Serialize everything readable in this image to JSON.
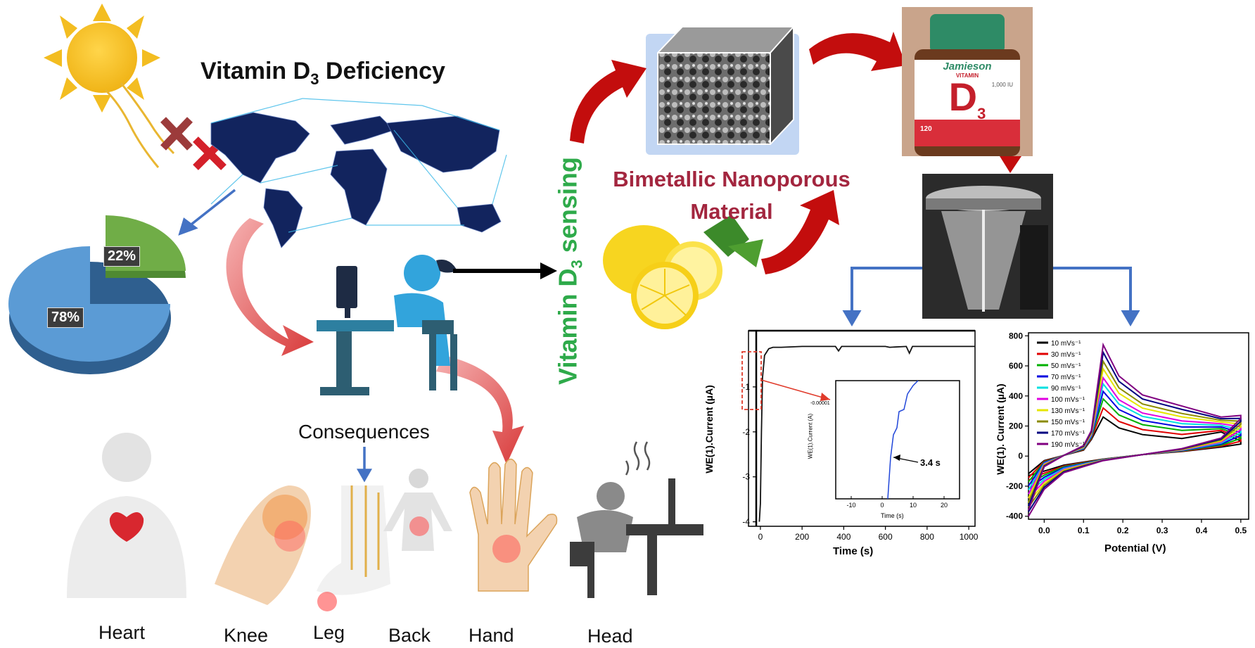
{
  "title": {
    "main": "Vitamin D",
    "sub": "3",
    "rest": " Deficiency"
  },
  "pie": {
    "slices": [
      {
        "label": "78%",
        "value": 78,
        "color": "#5b9bd5"
      },
      {
        "label": "22%",
        "value": 22,
        "color": "#70ad47"
      }
    ]
  },
  "consequences_label": "Consequences",
  "body_parts": [
    "Heart",
    "Knee",
    "Leg",
    "Back",
    "Hand",
    "Head"
  ],
  "sensing": {
    "main": "Vitamin D",
    "sub": "3",
    "rest": " sensing",
    "color": "#2eaa4a"
  },
  "material": {
    "line1": "Bimetallic Nanoporous",
    "line2": "Material"
  },
  "bottle": {
    "brand": "Jamieson",
    "vit": "VITAMIN",
    "big": "D",
    "sub": "3",
    "dose": "1,000 IU",
    "count": "120"
  },
  "chart_data": [
    {
      "type": "line",
      "xlabel": "Time (s)",
      "ylabel": "WE(1).Current (µA)",
      "x_ticks": [
        0,
        200,
        400,
        600,
        800,
        1000
      ],
      "y_ticks": [
        -1,
        -2,
        -3,
        -4
      ],
      "xlim": [
        -20,
        1030
      ],
      "ylim": [
        -4.1,
        0.25
      ],
      "inset": {
        "xlabel": "Time (s)",
        "ylabel": "WE(1).Current (A)",
        "x_ticks": [
          -10,
          0,
          10,
          20
        ],
        "y_tick_label": "-0.00001",
        "annotation": "3.4 s"
      }
    },
    {
      "type": "line",
      "xlabel": "Potential (V)",
      "ylabel": "WE(1). Current (µA)",
      "x_ticks": [
        "0.0",
        "0.1",
        "0.2",
        "0.3",
        "0.4",
        "0.5"
      ],
      "y_ticks": [
        800,
        600,
        400,
        200,
        0,
        -200,
        -400
      ],
      "xlim": [
        -0.04,
        0.52
      ],
      "ylim": [
        -420,
        820
      ],
      "series": [
        {
          "name": "10 mVs⁻¹",
          "color": "#000000",
          "peak": 260
        },
        {
          "name": "30 mVs⁻¹",
          "color": "#e00000",
          "peak": 320
        },
        {
          "name": "50 mVs⁻¹",
          "color": "#00b000",
          "peak": 380
        },
        {
          "name": "70 mVs⁻¹",
          "color": "#0000e0",
          "peak": 430
        },
        {
          "name": "90 mVs⁻¹",
          "color": "#00e0e0",
          "peak": 480
        },
        {
          "name": "100 mVs⁻¹",
          "color": "#e000e0",
          "peak": 520
        },
        {
          "name": "130 mVs⁻¹",
          "color": "#e6e600",
          "peak": 580
        },
        {
          "name": "150 mVs⁻¹",
          "color": "#8b8b00",
          "peak": 630
        },
        {
          "name": "170 mVs⁻¹",
          "color": "#000080",
          "peak": 690
        },
        {
          "name": "190 mVs⁻¹",
          "color": "#800080",
          "peak": 740
        }
      ]
    }
  ]
}
